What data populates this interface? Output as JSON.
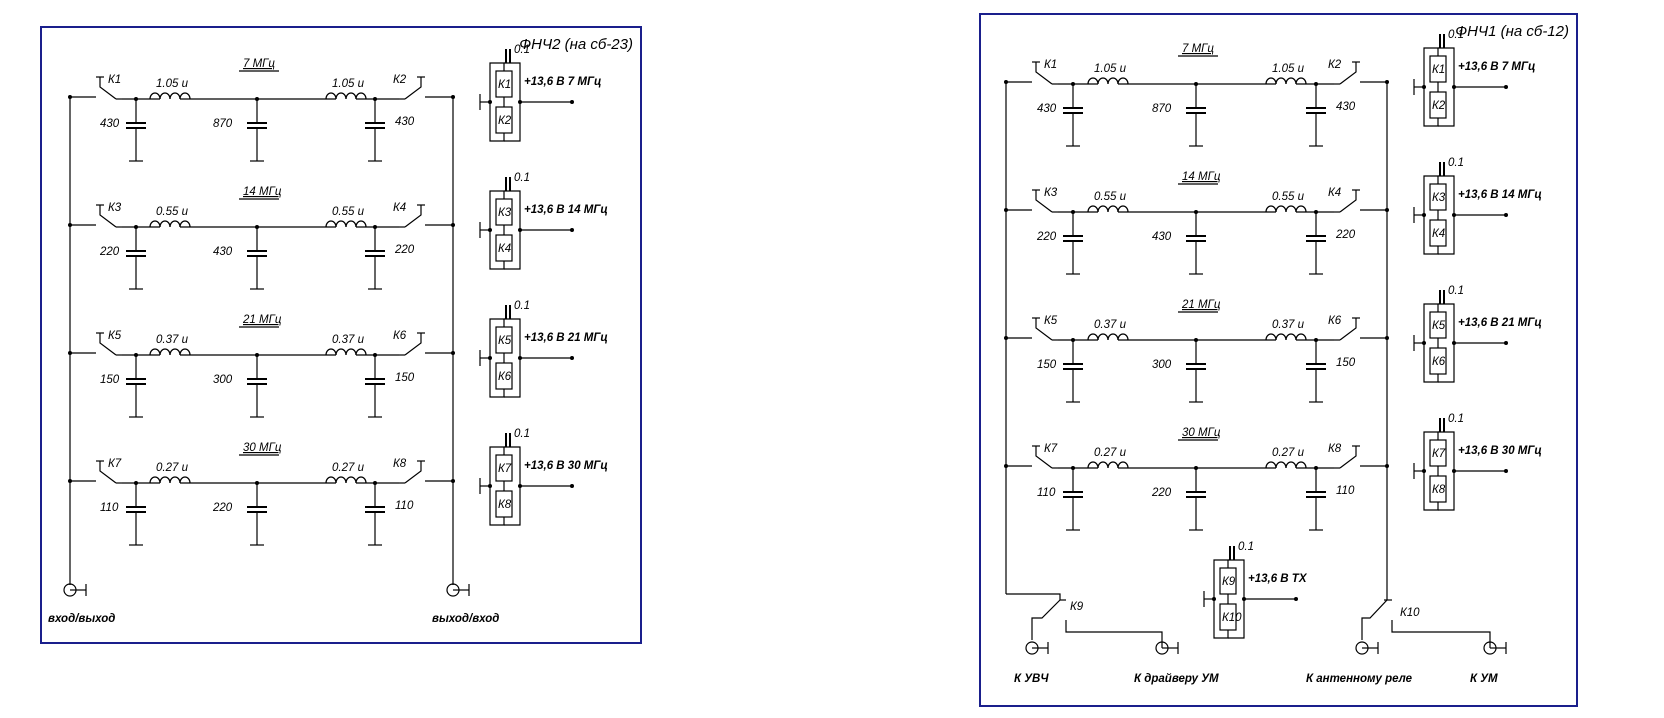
{
  "diagrams": [
    {
      "title": "ФНЧ2 (на сб-23)",
      "bands": [
        {
          "band": "7 МГц",
          "relay_left": "К1",
          "relay_right": "К2",
          "coil_left": "1.05 u",
          "coil_right": "1.05 u",
          "cap_left": "430",
          "cap_mid": "870",
          "cap_right": "430",
          "ctrl_cap": "0.1",
          "ctrl_relay_top": "К1",
          "ctrl_relay_bottom": "К2",
          "ctrl_voltage": "+13,6 В 7 МГц"
        },
        {
          "band": "14 МГц",
          "relay_left": "К3",
          "relay_right": "К4",
          "coil_left": "0.55 u",
          "coil_right": "0.55 u",
          "cap_left": "220",
          "cap_mid": "430",
          "cap_right": "220",
          "ctrl_cap": "0.1",
          "ctrl_relay_top": "К3",
          "ctrl_relay_bottom": "К4",
          "ctrl_voltage": "+13,6 В 14 МГц"
        },
        {
          "band": "21 МГц",
          "relay_left": "К5",
          "relay_right": "К6",
          "coil_left": "0.37 u",
          "coil_right": "0.37 u",
          "cap_left": "150",
          "cap_mid": "300",
          "cap_right": "150",
          "ctrl_cap": "0.1",
          "ctrl_relay_top": "К5",
          "ctrl_relay_bottom": "К6",
          "ctrl_voltage": "+13,6 В 21 МГц"
        },
        {
          "band": "30 МГц",
          "relay_left": "К7",
          "relay_right": "К8",
          "coil_left": "0.27 u",
          "coil_right": "0.27 u",
          "cap_left": "110",
          "cap_mid": "220",
          "cap_right": "110",
          "ctrl_cap": "0.1",
          "ctrl_relay_top": "К7",
          "ctrl_relay_bottom": "К8",
          "ctrl_voltage": "+13,6 В 30 МГц"
        }
      ],
      "ports": [
        "вход/выход",
        "выход/вход"
      ]
    },
    {
      "title": "ФНЧ1 (на сб-12)",
      "bands": [
        {
          "band": "7 МГц",
          "relay_left": "К1",
          "relay_right": "К2",
          "coil_left": "1.05 u",
          "coil_right": "1.05 u",
          "cap_left": "430",
          "cap_mid": "870",
          "cap_right": "430",
          "ctrl_cap": "0.1",
          "ctrl_relay_top": "К1",
          "ctrl_relay_bottom": "К2",
          "ctrl_voltage": "+13,6 В 7 МГц"
        },
        {
          "band": "14 МГц",
          "relay_left": "К3",
          "relay_right": "К4",
          "coil_left": "0.55 u",
          "coil_right": "0.55 u",
          "cap_left": "220",
          "cap_mid": "430",
          "cap_right": "220",
          "ctrl_cap": "0.1",
          "ctrl_relay_top": "К3",
          "ctrl_relay_bottom": "К4",
          "ctrl_voltage": "+13,6 В 14 МГц"
        },
        {
          "band": "21 МГц",
          "relay_left": "К5",
          "relay_right": "К6",
          "coil_left": "0.37 u",
          "coil_right": "0.37 u",
          "cap_left": "150",
          "cap_mid": "300",
          "cap_right": "150",
          "ctrl_cap": "0.1",
          "ctrl_relay_top": "К5",
          "ctrl_relay_bottom": "К6",
          "ctrl_voltage": "+13,6 В 21 МГц"
        },
        {
          "band": "30 МГц",
          "relay_left": "К7",
          "relay_right": "К8",
          "coil_left": "0.27 u",
          "coil_right": "0.27 u",
          "cap_left": "110",
          "cap_mid": "220",
          "cap_right": "110",
          "ctrl_cap": "0.1",
          "ctrl_relay_top": "К7",
          "ctrl_relay_bottom": "К8",
          "ctrl_voltage": "+13,6 В 30 МГц"
        }
      ],
      "tx": {
        "relay_left": "К9",
        "relay_right": "К10",
        "ctrl_cap": "0.1",
        "ctrl_relay_top": "К9",
        "ctrl_relay_bottom": "К10",
        "ctrl_voltage": "+13,6 В ТХ"
      },
      "ports": [
        "К УВЧ",
        "К драйверу УМ",
        "К антенному реле",
        "К  УМ"
      ]
    }
  ]
}
